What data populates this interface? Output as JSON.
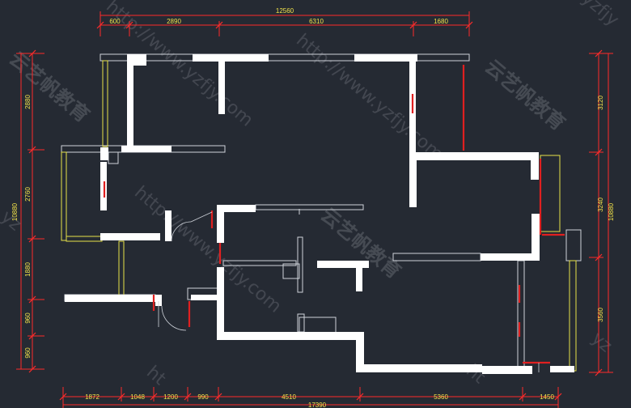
{
  "drawing": {
    "colors": {
      "background": "#252a33",
      "wall": "#ffffff",
      "dimension_line": "#ff2a2a",
      "dimension_text": "#f2e34a",
      "window": "#e8e24a",
      "door_opening": "#e02020",
      "thin_line": "#cfd3da"
    },
    "dimensions": {
      "top_total": "12560",
      "top": [
        "600",
        "2890",
        "6310",
        "1680"
      ],
      "bottom_total": "17390",
      "bottom": [
        "1872",
        "1048",
        "1200",
        "990",
        "4510",
        "5360",
        "1450"
      ],
      "left_total": "10880",
      "left": [
        "2880",
        "2760",
        "1880",
        "960",
        "960"
      ],
      "right_total": "10880",
      "right": [
        "3120",
        "3240",
        "3560"
      ]
    },
    "watermarks": {
      "url": "http://www.yzfjy.com",
      "brand": "云艺帆教育",
      "fragments": [
        "yzfjy",
        "yz",
        "ht"
      ]
    }
  }
}
